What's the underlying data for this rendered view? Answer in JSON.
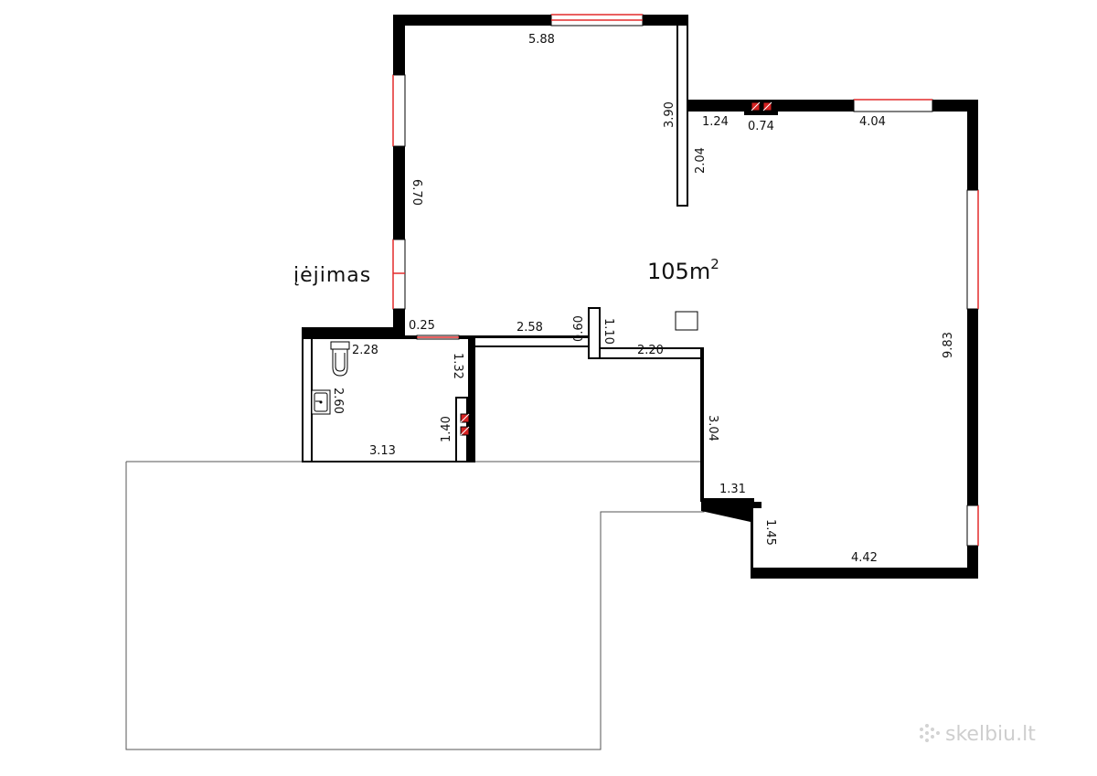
{
  "plan": {
    "area_number": "105",
    "area_unit": "m",
    "area_exponent": "2",
    "entrance_label": "įėjimas",
    "watermark": "skelbiu.lt",
    "colors": {
      "wall": "#000000",
      "window": "#e32b2b",
      "vent": "#d42020"
    },
    "dimensions": {
      "top_wall": "5.88",
      "left_wall": "6.70",
      "partition_upper": "3.90",
      "partition_lower": "2.04",
      "offset_top": "1.24",
      "chimney": "0.74",
      "top_right_wall": "4.04",
      "right_wall": "9.83",
      "hall_small": "0.25",
      "hall_wall": "2.58",
      "pier_width": "0.60",
      "pier_depth": "1.10",
      "step_wall": "2.20",
      "right_inner_wall": "3.04",
      "step_short": "1.31",
      "step_vertical": "1.45",
      "bottom_wall": "4.42",
      "bath_top": "2.28",
      "bath_step": "1.32",
      "bath_left": "2.60",
      "bath_right": "1.40",
      "bath_bottom": "3.13"
    }
  }
}
